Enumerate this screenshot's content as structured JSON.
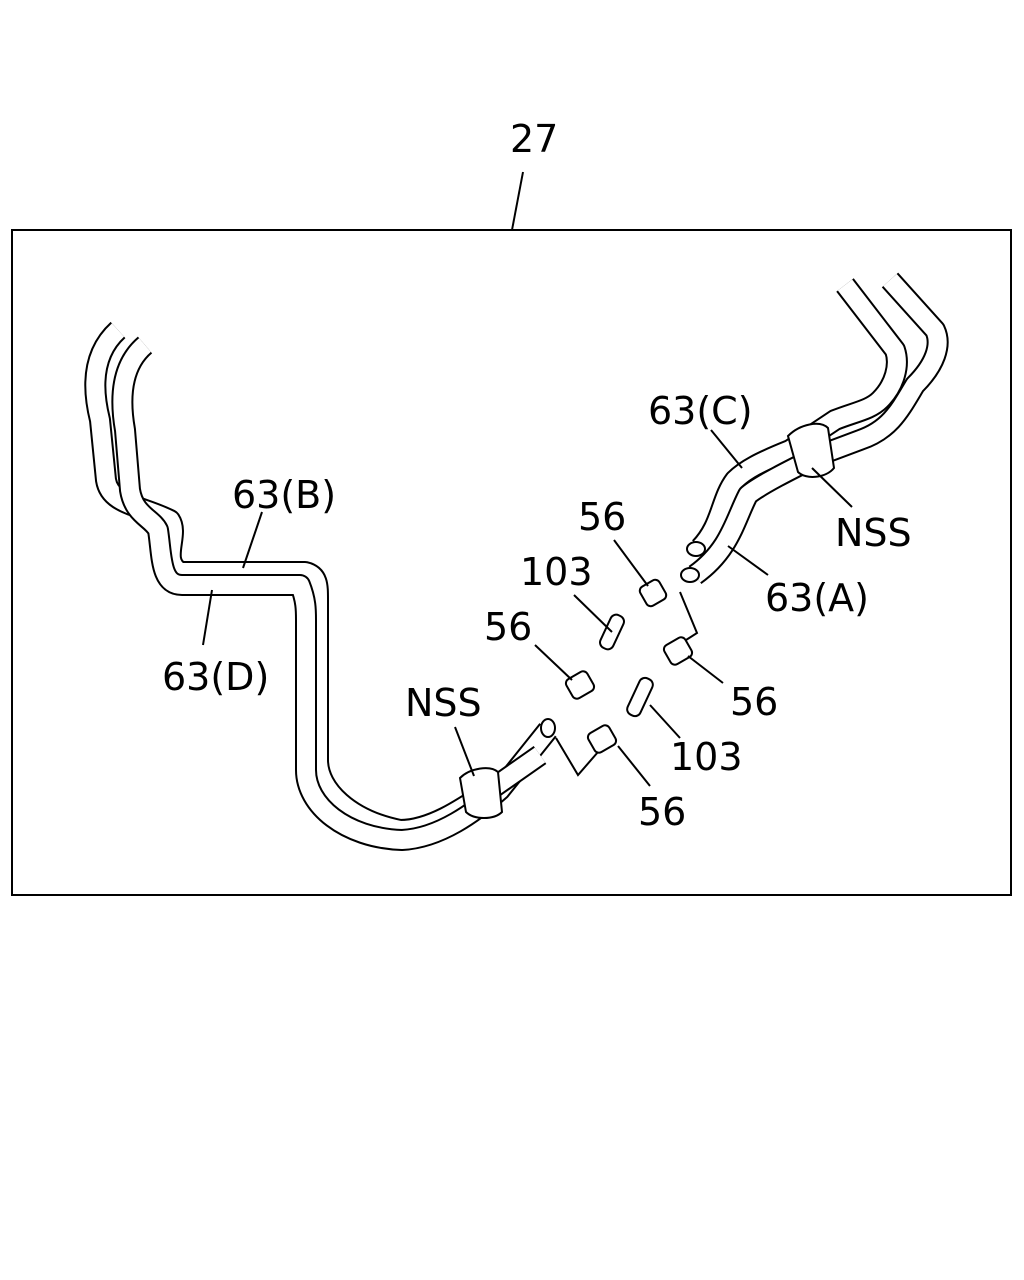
{
  "diagram": {
    "group_label": "27",
    "labels": {
      "hose_b": "63(B)",
      "hose_d": "63(D)",
      "hose_c": "63(C)",
      "hose_a": "63(A)",
      "nss_left": "NSS",
      "nss_right": "NSS",
      "clamp_1": "56",
      "clamp_2": "56",
      "clamp_3": "56",
      "clamp_4": "56",
      "connector_1": "103",
      "connector_2": "103"
    }
  }
}
